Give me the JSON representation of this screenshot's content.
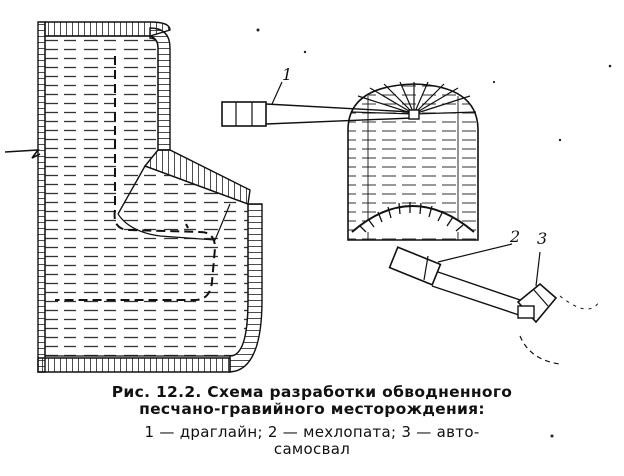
{
  "figure": {
    "labels": {
      "l1": "1",
      "l2": "2",
      "l3": "3"
    }
  },
  "caption": {
    "line1": "Рис. 12.2. Схема разработки обводненного",
    "line2": "песчано-гравийного месторождения:",
    "line3": "1 — драглайн; 2 — мехлопата; 3 — авто-",
    "line4": "самосвал"
  }
}
